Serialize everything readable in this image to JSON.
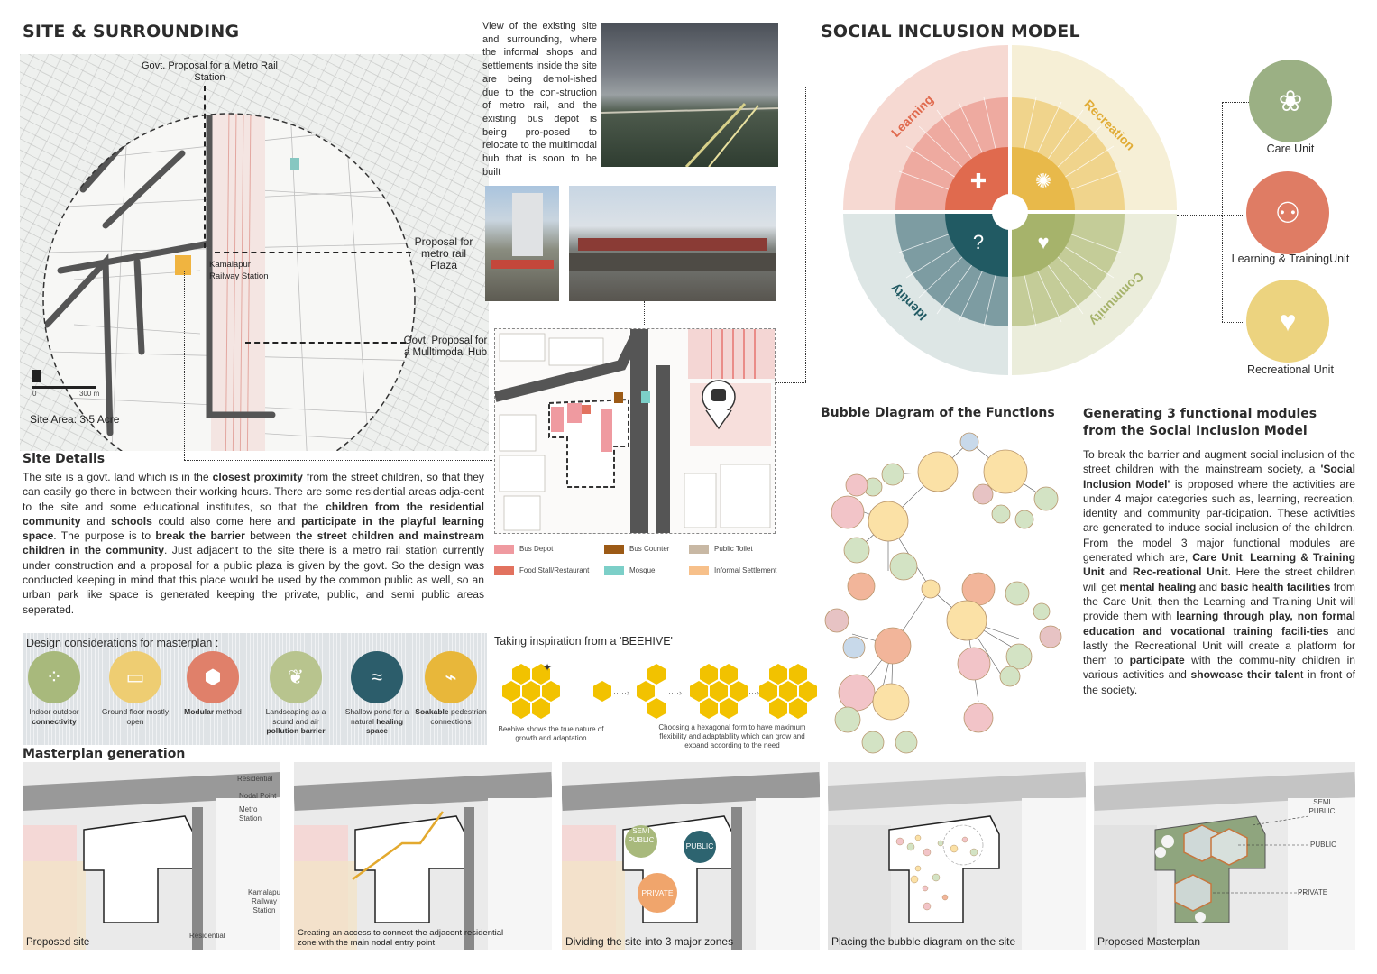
{
  "site": {
    "title": "SITE & SURROUNDING",
    "label_metro": "Govt. Proposal for a Metro Rail Station",
    "label_plaza": "Proposal for metro rail Plaza",
    "label_hub": "Govt. Proposal for a Mulltimodal Hub",
    "label_station": "Kamalapur Railway Station",
    "scale_zero": "0",
    "scale_end": "300 m",
    "area": "Site Area: 3.5 Acre",
    "photo_caption": "View of the existing site and surrounding, where the informal shops and settlements inside the site are being demol-ished due to the con-struction of metro rail, and the existing bus depot is being pro-posed to relocate to the multimodal hub that is soon to be built"
  },
  "site_details": {
    "title": "Site Details",
    "paragraph": [
      {
        "t": "The site is a govt. land which is in the ",
        "b": false
      },
      {
        "t": "closest proximity",
        "b": true
      },
      {
        "t": " from the street children, so that they can easily go there in between their working hours. There are some residential areas adja-cent to the site and some educational institutes, so that the ",
        "b": false
      },
      {
        "t": "children from the residential community",
        "b": true
      },
      {
        "t": " and ",
        "b": false
      },
      {
        "t": "schools",
        "b": true
      },
      {
        "t": " could also come here and ",
        "b": false
      },
      {
        "t": "participate in the playful learning space",
        "b": true
      },
      {
        "t": ". The purpose is to ",
        "b": false
      },
      {
        "t": "break the barrier",
        "b": true
      },
      {
        "t": " between ",
        "b": false
      },
      {
        "t": "the street children and mainstream children in the community",
        "b": true
      },
      {
        "t": ". Just adjacent to the site there is a metro rail station currently under construction and a proposal for a public plaza is given by the govt. So the design was conducted keeping in mind that this place would be used by the common public as well, so an urban park like space is generated keeping the private, public, and semi public areas seperated.",
        "b": false
      }
    ]
  },
  "legend": [
    {
      "label": "Bus Depot",
      "color": "#ef9aa0"
    },
    {
      "label": "Bus Counter",
      "color": "#9c5a16"
    },
    {
      "label": "Public Toilet",
      "color": "#c8b8a4"
    },
    {
      "label": "Food Stall/Restaurant",
      "color": "#e2725f"
    },
    {
      "label": "Mosque",
      "color": "#7ccfc8"
    },
    {
      "label": "Informal Settlement",
      "color": "#f7c08a"
    }
  ],
  "considerations": {
    "title": "Design considerations for masterplan :",
    "items": [
      {
        "pre": "Indoor outdoor ",
        "bold": "connectivity",
        "post": "",
        "color": "#a8b97c",
        "icon": "connectivity-icon"
      },
      {
        "pre": "Ground floor mostly open",
        "bold": "",
        "post": "",
        "color": "#eecd72",
        "icon": "open-ground-icon"
      },
      {
        "pre": "",
        "bold": "Modular",
        "post": " method",
        "color": "#e0806a",
        "icon": "modular-icon"
      },
      {
        "pre": "Landscaping as a sound and air ",
        "bold": "pollution barrier",
        "post": "",
        "color": "#b8c48e",
        "icon": "landscape-icon"
      },
      {
        "pre": "Shallow pond for a natural ",
        "bold": "healing space",
        "post": "",
        "color": "#2c5d6b",
        "icon": "pond-icon"
      },
      {
        "pre": "",
        "bold": "Soakable",
        "post": " pedestrian connections",
        "color": "#e8b73a",
        "icon": "pedestrian-icon"
      }
    ]
  },
  "beehive": {
    "title": "Taking inspiration from a 'BEEHIVE'",
    "caption_left": "Beehive shows the true nature of growth and adaptation",
    "caption_right": "Choosing a hexagonal form to have maximum flexibility and adaptability which can grow and expand according to the need",
    "color": "#f2c200"
  },
  "model": {
    "title": "SOCIAL INCLUSION MODEL",
    "quadrants": [
      {
        "name": "Learning",
        "color": "#e06a4e",
        "outer": "#f6d9d2",
        "text": "#e06a4e"
      },
      {
        "name": "Recreation",
        "color": "#e8b94a",
        "outer": "#f6efd6",
        "text": "#e1ac36"
      },
      {
        "name": "Identity",
        "color": "#215a63",
        "outer": "#dde6e5",
        "text": "#215a63"
      },
      {
        "name": "Community",
        "color": "#a6b36b",
        "outer": "#ebeddb",
        "text": "#a6b36b"
      }
    ],
    "units": [
      {
        "label": "Care Unit",
        "color": "#9bb084",
        "icon": "care-icon"
      },
      {
        "label": "Learning & TrainingUnit",
        "color": "#df7c64",
        "icon": "training-icon"
      },
      {
        "label": "Recreational Unit",
        "color": "#ecd37f",
        "icon": "recreation-icon"
      }
    ]
  },
  "bubble": {
    "title": "Bubble Diagram of the Functions"
  },
  "modules": {
    "title": "Generating 3 functional modules from the Social Inclusion Model",
    "paragraph": [
      {
        "t": "To break the barrier and augment social inclusion of the street children with the mainstream society, a ",
        "b": false
      },
      {
        "t": "'Social Inclusion Model'",
        "b": true
      },
      {
        "t": " is proposed where the activities are under 4 major categories such as, learning, recreation, identity and community par-ticipation. These activities are generated to induce social inclusion of the children. From the model 3 major functional modules are generated which are, ",
        "b": false
      },
      {
        "t": "Care Unit",
        "b": true
      },
      {
        "t": ", ",
        "b": false
      },
      {
        "t": "Learning & Training Unit",
        "b": true
      },
      {
        "t": " and ",
        "b": false
      },
      {
        "t": "Rec-reational Unit",
        "b": true
      },
      {
        "t": ". Here the street children will get ",
        "b": false
      },
      {
        "t": "mental healing",
        "b": true
      },
      {
        "t": " and ",
        "b": false
      },
      {
        "t": "basic health facilities",
        "b": true
      },
      {
        "t": " from the Care Unit, then the Learning and Training Unit will provide them with ",
        "b": false
      },
      {
        "t": "learning through play, non formal education and vocational training facili-ties",
        "b": true
      },
      {
        "t": " and lastly the Recreational Unit will create a platform for them to ",
        "b": false
      },
      {
        "t": "participate",
        "b": true
      },
      {
        "t": " with the commu-nity children in various activities and ",
        "b": false
      },
      {
        "t": "showcase their talen",
        "b": true
      },
      {
        "t": "t in front of the society.",
        "b": false
      }
    ]
  },
  "masterplan": {
    "title": "Masterplan generation",
    "labels": {
      "residential_top": "Residential",
      "nodal": "Nodal Point",
      "metro": "Metro Station",
      "station": "Kamalapur Railway Station",
      "residential_bottom": "Residential",
      "semi_public": "SEMI PUBLIC",
      "public": "PUBLIC",
      "private": "PRIVATE"
    },
    "captions": [
      "Proposed site",
      "Creating an access to connect the adjacent residential zone with the main nodal entry point",
      "Dividing the site into 3 major zones",
      "Placing the bubble diagram on the site",
      "Proposed Masterplan"
    ]
  }
}
